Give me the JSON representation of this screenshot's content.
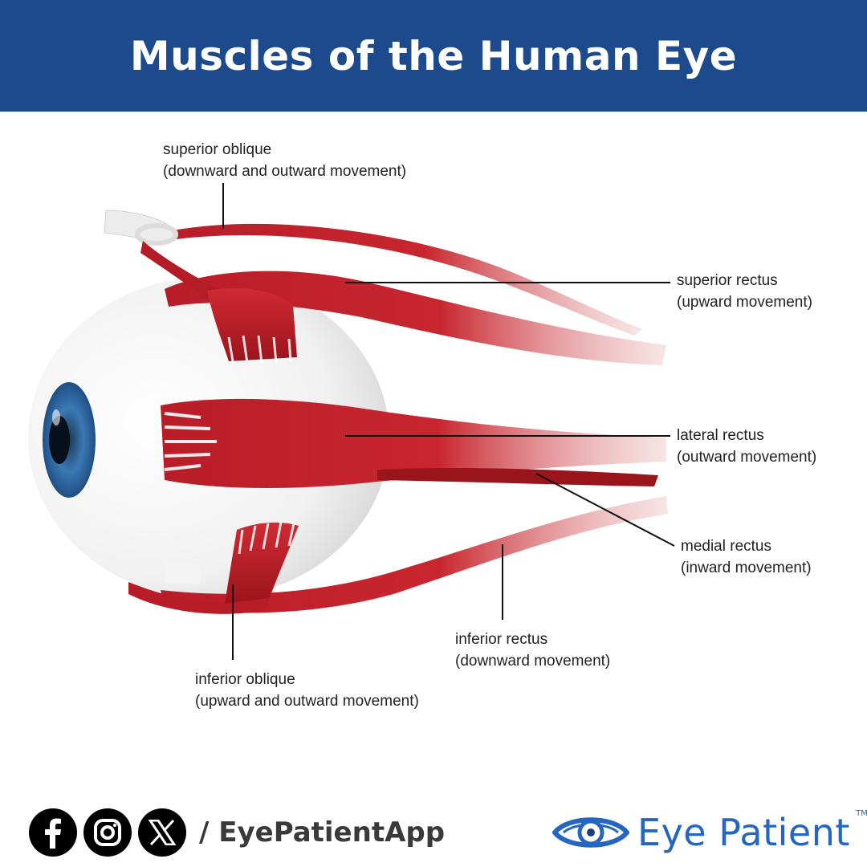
{
  "header": {
    "title": "Muscles of the Human Eye",
    "background": "#1d4a8c"
  },
  "labels": {
    "superior_oblique": {
      "name": "superior oblique",
      "action": "(downward and outward movement)"
    },
    "superior_rectus": {
      "name": "superior rectus",
      "action": "(upward movement)"
    },
    "lateral_rectus": {
      "name": "lateral rectus",
      "action": "(outward movement)"
    },
    "medial_rectus": {
      "name": "medial rectus",
      "action": "(inward movement)"
    },
    "inferior_rectus": {
      "name": "inferior rectus",
      "action": "(downward movement)"
    },
    "inferior_oblique": {
      "name": "inferior oblique",
      "action": "(upward and outward movement)"
    }
  },
  "colors": {
    "muscle": "#c4222c",
    "muscle_dark": "#8f1219",
    "iris": "#2f6aa3",
    "sclera": "#f2f2f2"
  },
  "footer": {
    "social_icons": [
      "facebook-icon",
      "instagram-icon",
      "x-icon"
    ],
    "handle": "/ EyePatientApp",
    "brand": "Eye Patient",
    "trademark": "TM"
  }
}
